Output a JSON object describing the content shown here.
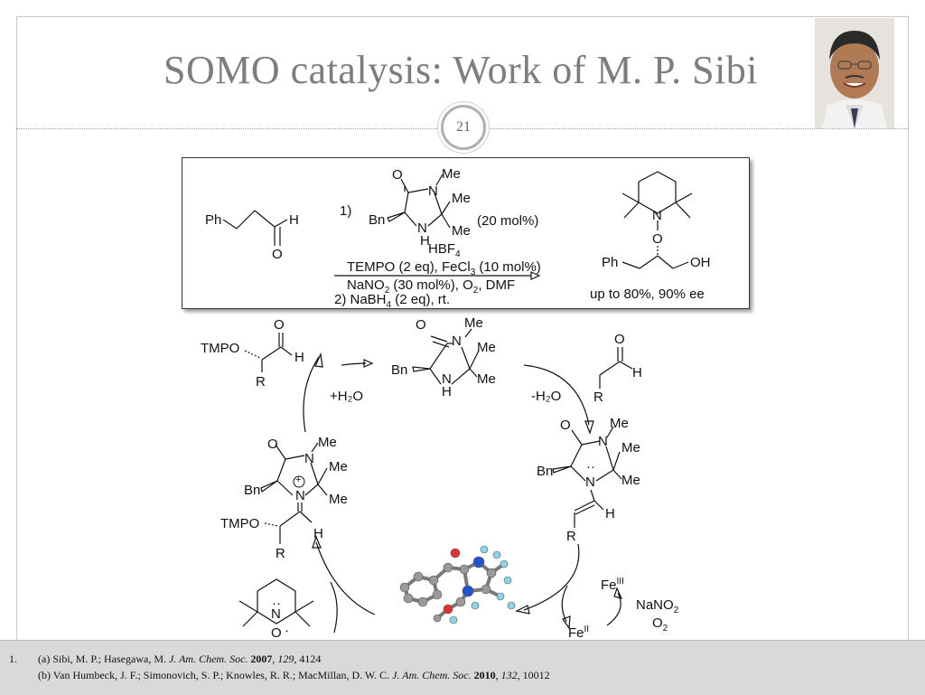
{
  "slide": {
    "title": "SOMO catalysis: Work of M. P. Sibi",
    "number": "21"
  },
  "reaction": {
    "substrate_ph": "Ph",
    "substrate_h": "H",
    "substrate_o": "O",
    "step1": "1)",
    "cat_o": "O",
    "cat_n_top": "N",
    "cat_me1": "Me",
    "cat_me2": "Me",
    "cat_me3": "Me",
    "cat_bn": "Bn",
    "cat_nh_n": "N",
    "cat_nh_h": "H",
    "cat_hbf4_main": "HBF",
    "cat_hbf4_sub": "4",
    "cat_loading": "(20 mol%)",
    "cond1_a": "TEMPO (2 eq), FeCl",
    "cond1_b": "3",
    "cond1_c": " (10 mol%)",
    "cond2_a": "NaNO",
    "cond2_b": "2",
    "cond2_c": " (30 mol%), O",
    "cond2_d": "2",
    "cond2_e": ", DMF",
    "cond3_a": "2) NaBH",
    "cond3_b": "4",
    "cond3_c": " (2 eq), rt.",
    "prod_n": "N",
    "prod_o": "O",
    "prod_ph": "Ph",
    "prod_oh": "OH",
    "prod_yield": "up to 80%, 90% ee"
  },
  "cycle": {
    "top_cat_o": "O",
    "top_cat_n": "N",
    "top_cat_me1": "Me",
    "top_cat_me2": "Me",
    "top_cat_me3": "Me",
    "top_cat_bn": "Bn",
    "top_cat_nh_n": "N",
    "top_cat_nh_h": "H",
    "minus_h2o": "-H₂O",
    "plus_h2o": "+H₂O",
    "ald_o": "O",
    "ald_h": "H",
    "ald_r": "R",
    "prod_tmpo": "TMPO",
    "prod_o": "O",
    "prod_h": "H",
    "prod_r": "R",
    "enam_o": "O",
    "enam_n": "N",
    "enam_me1": "Me",
    "enam_me2": "Me",
    "enam_me3": "Me",
    "enam_bn": "Bn",
    "enam_n2": "N",
    "enam_dots": "··",
    "enam_h": "H",
    "enam_r": "R",
    "im_o": "O",
    "im_n": "N",
    "im_me1": "Me",
    "im_me2": "Me",
    "im_me3": "Me",
    "im_bn": "Bn",
    "im_nplus": "N",
    "im_plus": "+",
    "im_tmpo": "TMPO",
    "im_h": "H",
    "im_r": "R",
    "tempo_n": "N",
    "tempo_dots": "··",
    "tempo_o": "O",
    "tempo_rad": "·",
    "fe3": "Fe",
    "fe3_sup": "III",
    "fe2": "Fe",
    "fe2_sup": "II",
    "nano2": "NaNO",
    "nano2_sub": "2",
    "o2": "O",
    "o2_sub": "2"
  },
  "references": {
    "num": "1.",
    "a_pre": "(a) Sibi, M. P.; Hasegawa, M. ",
    "a_journal": "J. Am. Chem. Soc.",
    "a_year": "2007",
    "a_vol": "129",
    "a_page": ", 4124",
    "b_pre": "(b) Van Humbeck, J. F.; Simonovich, S. P.; Knowles, R. R.; MacMillan, D. W. C. ",
    "b_journal": "J. Am. Chem. Soc.",
    "b_year": "2010",
    "b_vol": "132",
    "b_page": ", 10012"
  },
  "colors": {
    "title": "#7d7d7d",
    "frame": "#c8c8c8",
    "refbar": "#d9d9d9",
    "atom_oxygen": "#d33",
    "atom_nitrogen": "#2255cc",
    "atom_hydrogen": "#8fd3e8"
  }
}
